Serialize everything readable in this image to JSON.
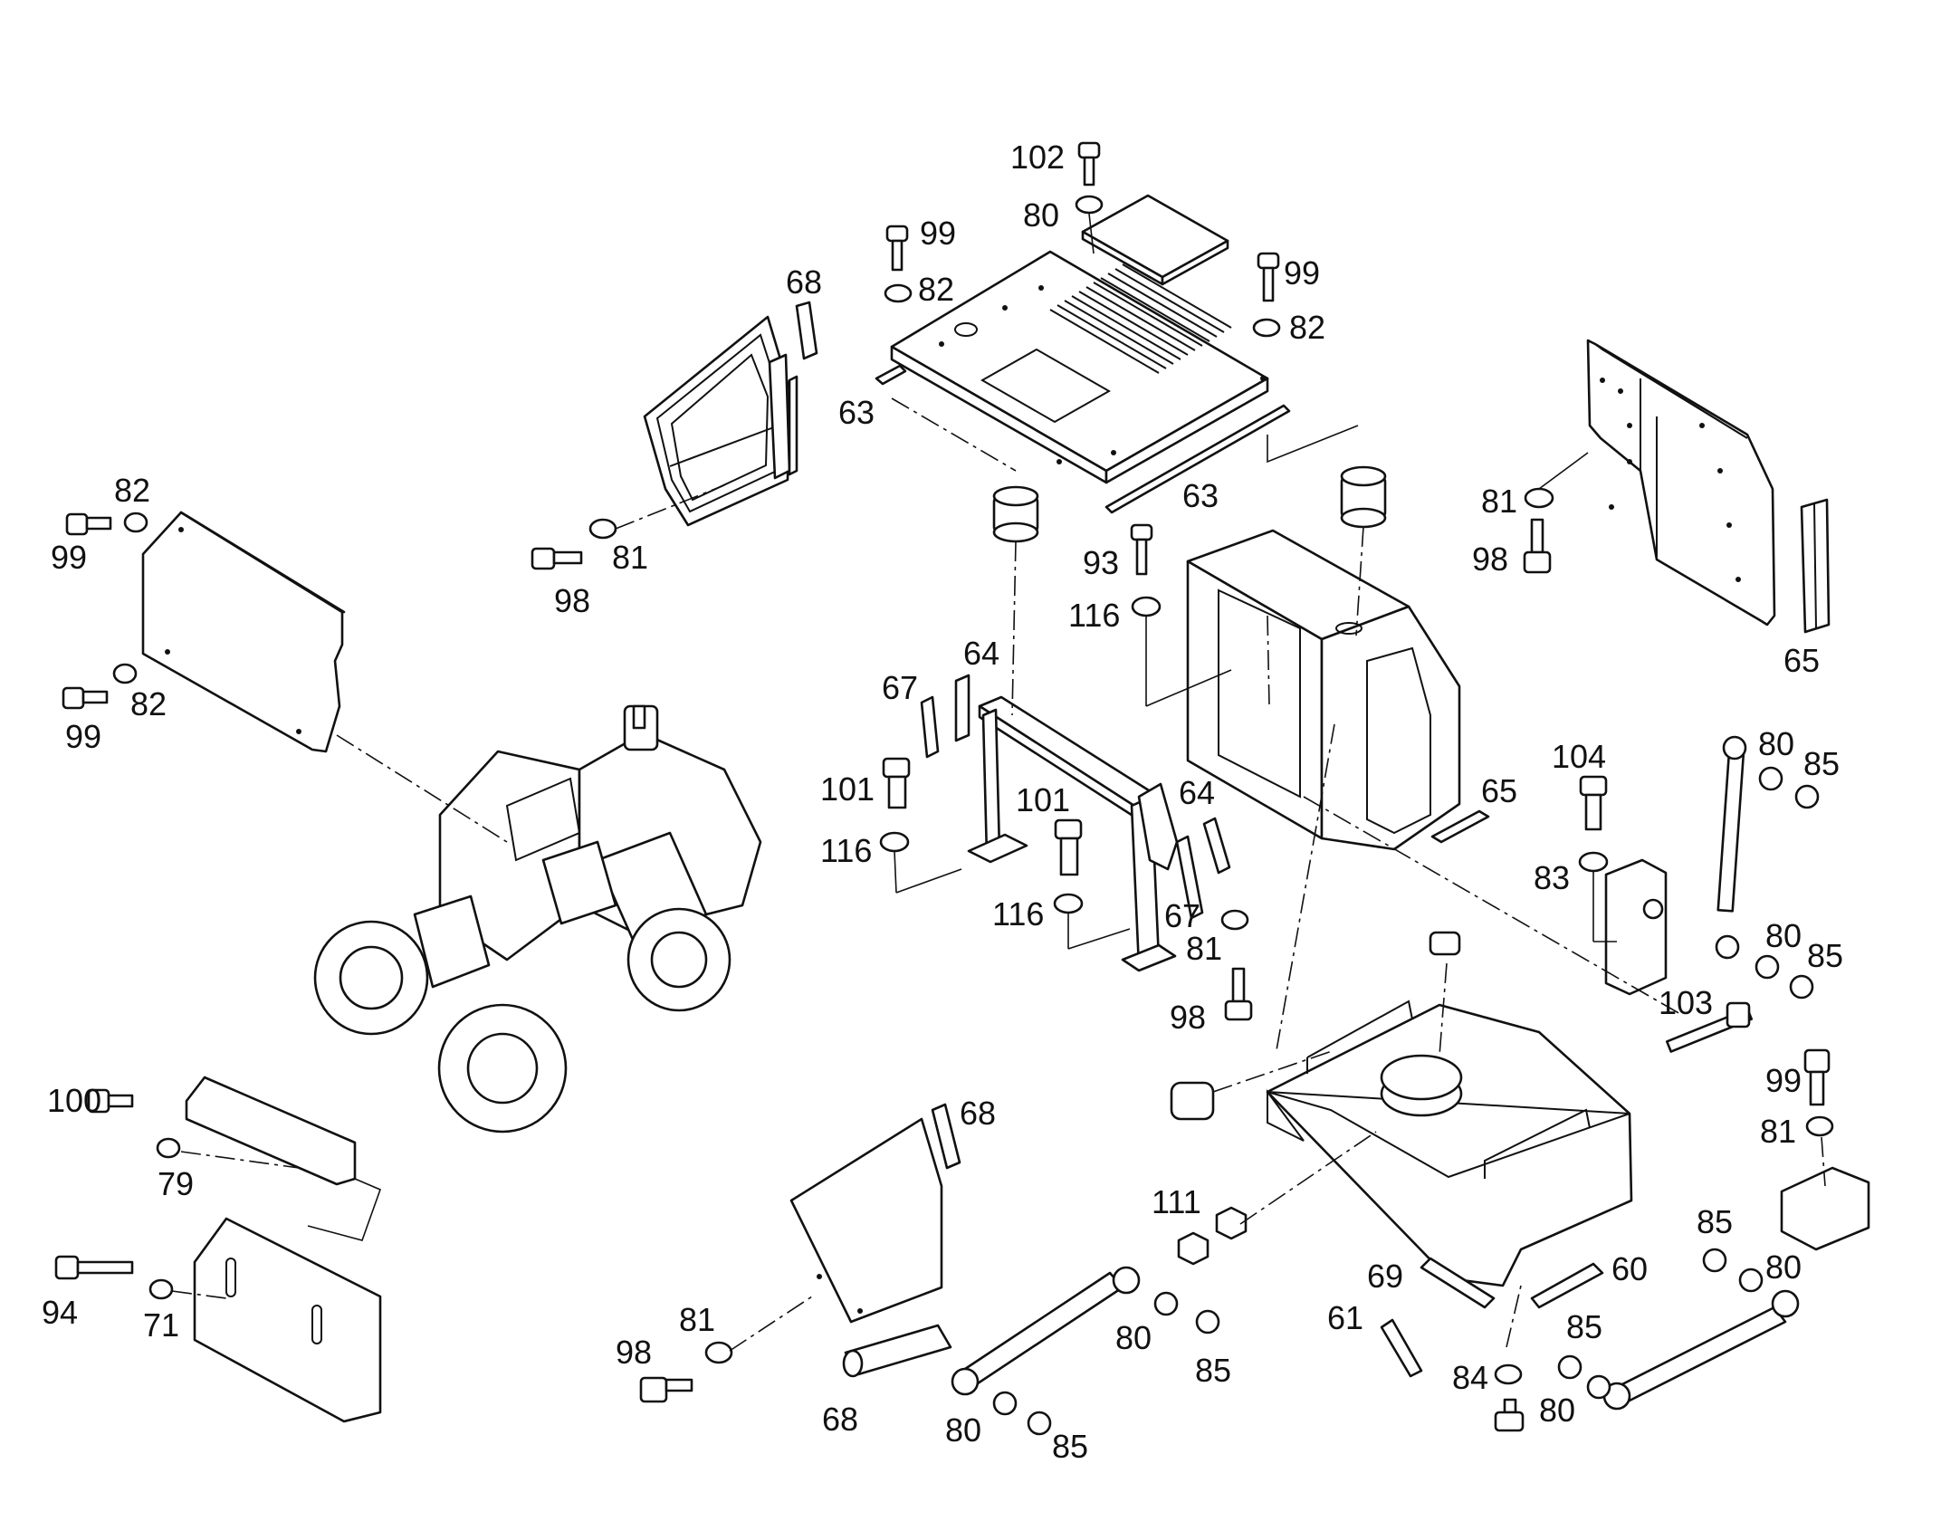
{
  "callouts": [
    {
      "id": "c-102",
      "text": "102"
    },
    {
      "id": "c-80-top",
      "text": "80"
    },
    {
      "id": "c-99-tl",
      "text": "99"
    },
    {
      "id": "c-82-tl",
      "text": "82"
    },
    {
      "id": "c-99-tr",
      "text": "99"
    },
    {
      "id": "c-82-tr",
      "text": "82"
    },
    {
      "id": "c-68-top",
      "text": "68"
    },
    {
      "id": "c-63-left",
      "text": "63"
    },
    {
      "id": "c-63-right",
      "text": "63"
    },
    {
      "id": "c-81-door",
      "text": "81"
    },
    {
      "id": "c-98-door",
      "text": "98"
    },
    {
      "id": "c-82-side-top",
      "text": "82"
    },
    {
      "id": "c-99-side-top",
      "text": "99"
    },
    {
      "id": "c-82-side-bot",
      "text": "82"
    },
    {
      "id": "c-99-side-bot",
      "text": "99"
    },
    {
      "id": "c-93",
      "text": "93"
    },
    {
      "id": "c-116-right",
      "text": "116"
    },
    {
      "id": "c-81-rpanel",
      "text": "81"
    },
    {
      "id": "c-98-rpanel",
      "text": "98"
    },
    {
      "id": "c-65-top",
      "text": "65"
    },
    {
      "id": "c-67-left",
      "text": "67"
    },
    {
      "id": "c-64-left",
      "text": "64"
    },
    {
      "id": "c-101-left",
      "text": "101"
    },
    {
      "id": "c-116-left",
      "text": "116"
    },
    {
      "id": "c-101-mid",
      "text": "101"
    },
    {
      "id": "c-116-mid",
      "text": "116"
    },
    {
      "id": "c-64-right",
      "text": "64"
    },
    {
      "id": "c-67-right",
      "text": "67"
    },
    {
      "id": "c-81-mid",
      "text": "81"
    },
    {
      "id": "c-98-mid",
      "text": "98"
    },
    {
      "id": "c-65-mid",
      "text": "65"
    },
    {
      "id": "c-104",
      "text": "104"
    },
    {
      "id": "c-83",
      "text": "83"
    },
    {
      "id": "c-80-strut-top",
      "text": "80"
    },
    {
      "id": "c-85-strut-top",
      "text": "85"
    },
    {
      "id": "c-80-strut-bot",
      "text": "80"
    },
    {
      "id": "c-85-strut-bot",
      "text": "85"
    },
    {
      "id": "c-103",
      "text": "103"
    },
    {
      "id": "c-99-br",
      "text": "99"
    },
    {
      "id": "c-81-br",
      "text": "81"
    },
    {
      "id": "c-100",
      "text": "100"
    },
    {
      "id": "c-79",
      "text": "79"
    },
    {
      "id": "c-94",
      "text": "94"
    },
    {
      "id": "c-71",
      "text": "71"
    },
    {
      "id": "c-68-low-top",
      "text": "68"
    },
    {
      "id": "c-81-low",
      "text": "81"
    },
    {
      "id": "c-98-low",
      "text": "98"
    },
    {
      "id": "c-68-low-bot",
      "text": "68"
    },
    {
      "id": "c-111",
      "text": "111"
    },
    {
      "id": "c-80-lstrut",
      "text": "80"
    },
    {
      "id": "c-85-lstrut",
      "text": "85"
    },
    {
      "id": "c-80-lstrut-end",
      "text": "80"
    },
    {
      "id": "c-85-lstrut-end",
      "text": "85"
    },
    {
      "id": "c-69",
      "text": "69"
    },
    {
      "id": "c-60",
      "text": "60"
    },
    {
      "id": "c-61",
      "text": "61"
    },
    {
      "id": "c-85-rstrut",
      "text": "85"
    },
    {
      "id": "c-80-rstrut",
      "text": "80"
    },
    {
      "id": "c-85-rstrut-end",
      "text": "85"
    },
    {
      "id": "c-84",
      "text": "84"
    },
    {
      "id": "c-80-rstrut-end",
      "text": "80"
    }
  ]
}
